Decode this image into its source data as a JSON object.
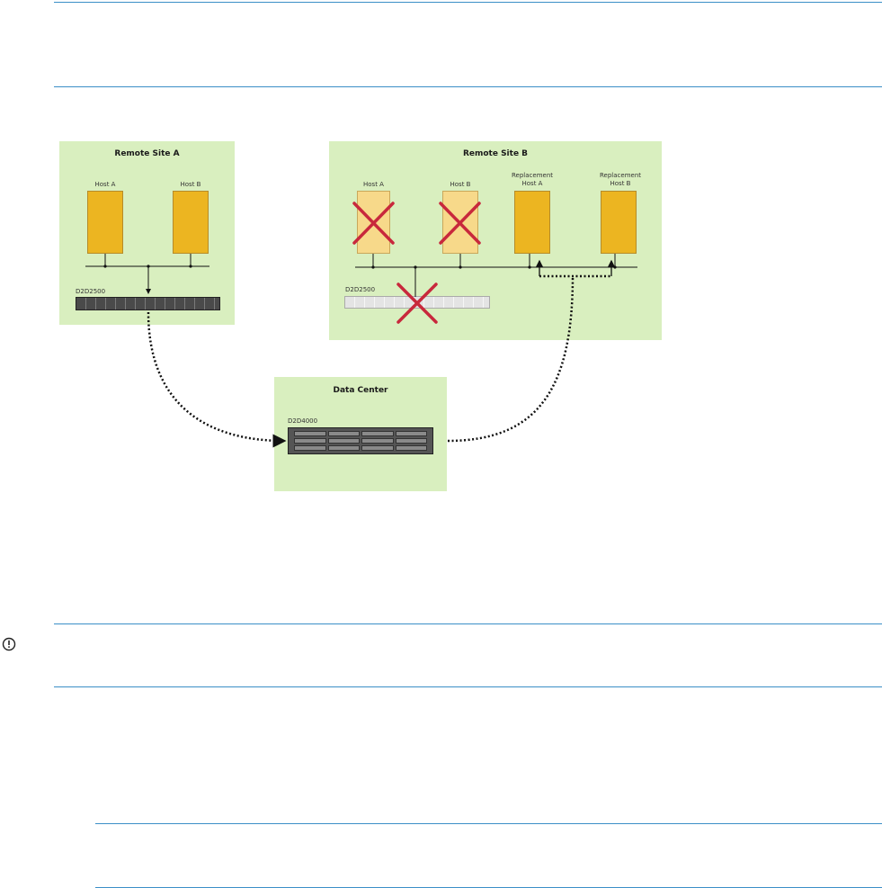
{
  "diagram": {
    "remote_site_a": {
      "title": "Remote Site A",
      "hosts": [
        "Host A",
        "Host B"
      ],
      "device": "D2D2500"
    },
    "remote_site_b": {
      "title": "Remote Site B",
      "failed_hosts": [
        "Host A",
        "Host B"
      ],
      "replacement_hosts": [
        {
          "line1": "Replacement",
          "line2": "Host A"
        },
        {
          "line1": "Replacement",
          "line2": "Host B"
        }
      ],
      "device": "D2D2500"
    },
    "data_center": {
      "title": "Data Center",
      "device": "D2D4000"
    }
  },
  "icons": {
    "notice": "important-exclamation-icon"
  },
  "colors": {
    "site_background": "#d9efbf",
    "host": "#ecb521",
    "failed_host": "#f7d98a",
    "failure_mark": "#c8283c",
    "rule": "#3b8fc7"
  }
}
